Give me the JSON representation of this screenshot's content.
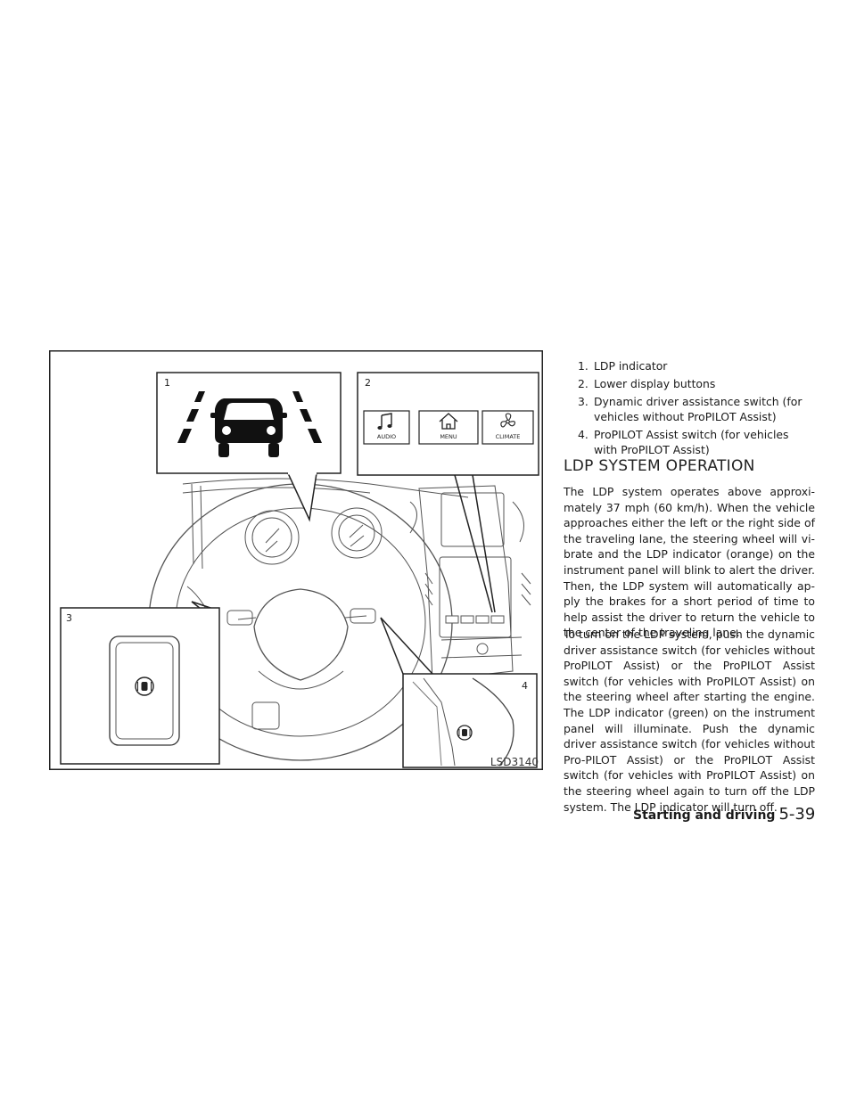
{
  "figure": {
    "callout_numbers": [
      "1",
      "2",
      "3",
      "4"
    ],
    "lower_display_buttons": [
      {
        "label": "AUDIO",
        "icon": "music-note-icon"
      },
      {
        "label": "MENU",
        "icon": "home-icon"
      },
      {
        "label": "CLIMATE",
        "icon": "fan-icon"
      }
    ],
    "figure_code": "LSD3140"
  },
  "legend": [
    {
      "num": "1.",
      "text": "LDP indicator"
    },
    {
      "num": "2.",
      "text": "Lower display buttons"
    },
    {
      "num": "3.",
      "text": "Dynamic driver assistance switch (for vehicles without ProPILOT Assist)"
    },
    {
      "num": "4.",
      "text": "ProPILOT Assist switch (for vehicles with ProPILOT Assist)"
    }
  ],
  "section_heading": "LDP SYSTEM OPERATION",
  "paragraphs": [
    "The LDP system operates above approxi-mately 37 mph (60 km/h). When the vehicle approaches either the left or the right side of the traveling lane, the steering wheel will vi-brate and the LDP indicator (orange) on the instrument panel will blink to alert the driver. Then, the LDP system will automatically ap-ply the brakes for a short period of time to help assist the driver to return the vehicle to the center of the traveling lane.",
    "To turn on the LDP system, push the dynamic driver assistance switch (for vehicles without ProPILOT Assist) or the ProPILOT Assist switch (for vehicles with ProPILOT Assist) on the steering wheel after starting the engine. The LDP indicator (green) on the instrument panel will illuminate. Push the dynamic driver assistance switch (for vehicles without Pro-PILOT Assist) or the ProPILOT Assist switch (for vehicles with ProPILOT Assist) on the steering wheel again to turn off the LDP system. The LDP indicator will turn off."
  ],
  "footer": {
    "section": "Starting and driving",
    "page": "5-39"
  }
}
